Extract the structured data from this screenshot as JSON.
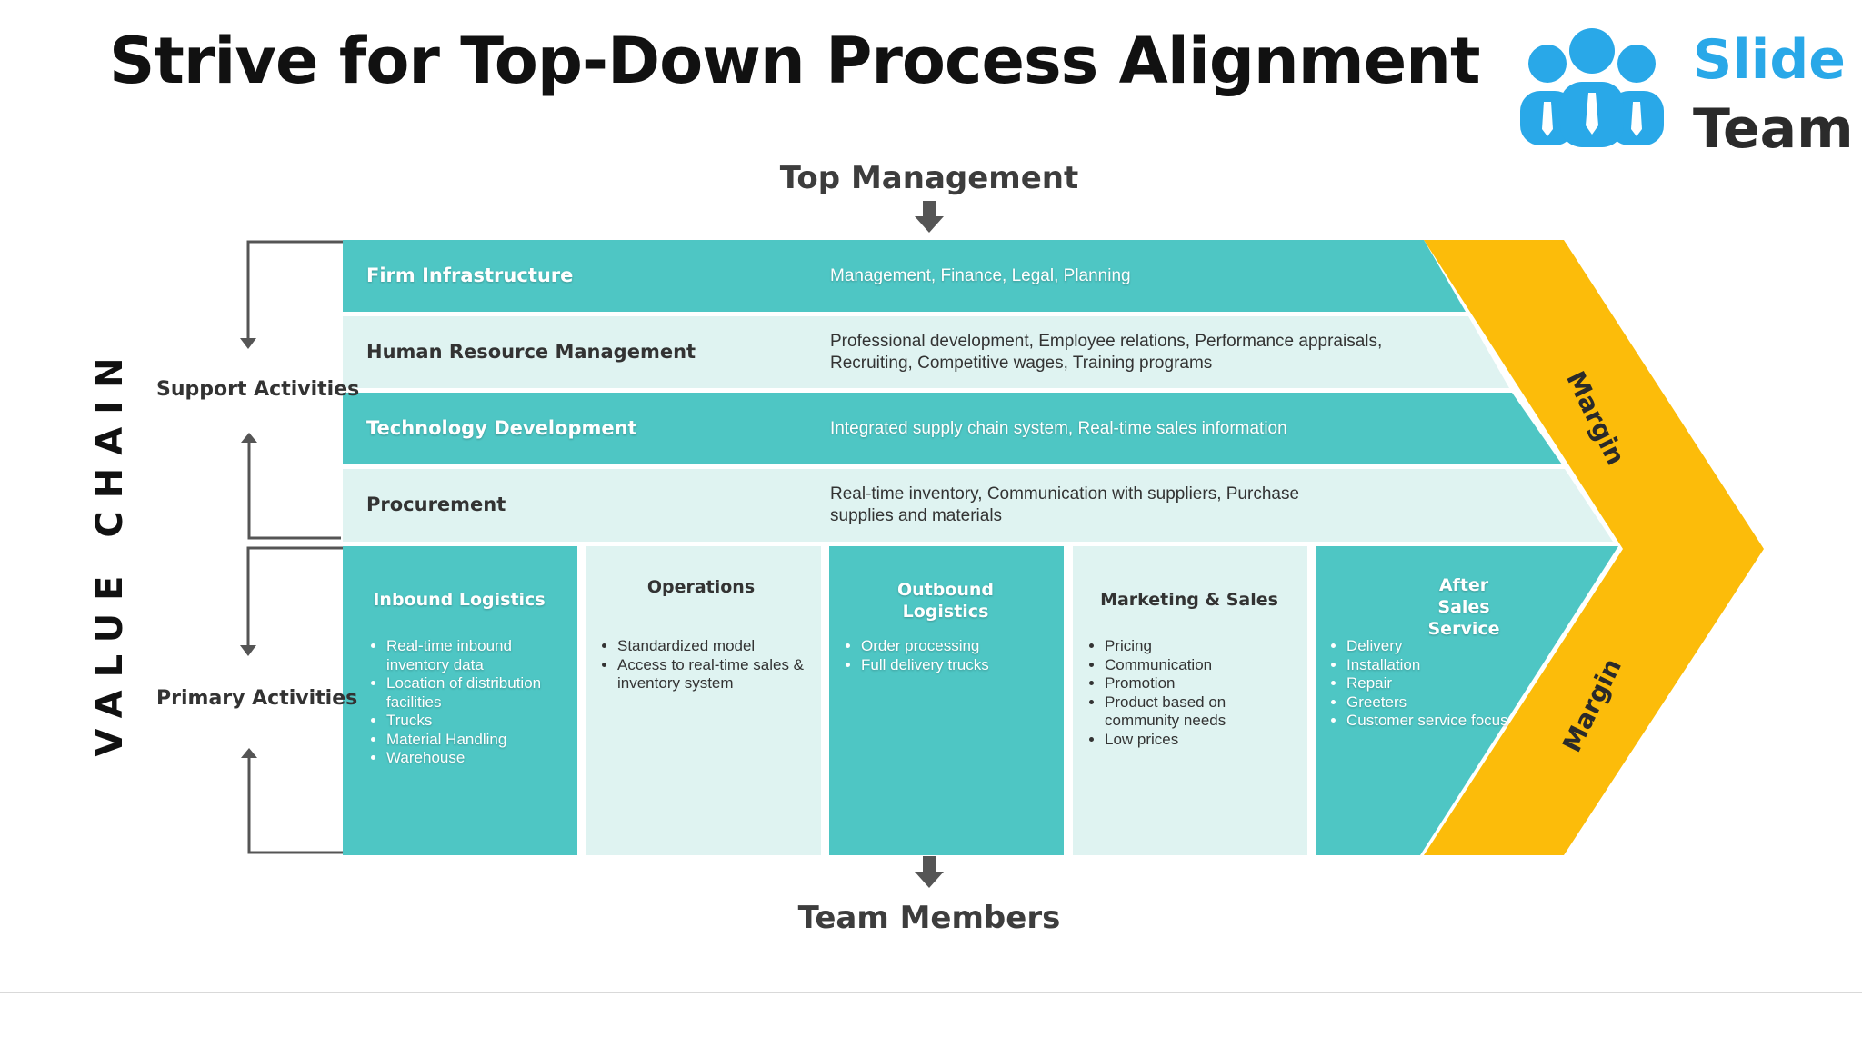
{
  "title": "Strive for Top-Down Process Alignment",
  "logo": {
    "word1": "Slide",
    "word2": "Team"
  },
  "flow": {
    "top": "Top Management",
    "bottom": "Team Members"
  },
  "value_chain_label": "VALUE CHAIN",
  "support_label": "Support Activities",
  "primary_label": "Primary Activities",
  "support_rows": [
    {
      "title": "Firm Infrastructure",
      "desc": "Management, Finance, Legal, Planning"
    },
    {
      "title": "Human Resource Management",
      "desc": "Professional development, Employee relations, Performance appraisals, Recruiting, Competitive wages, Training programs"
    },
    {
      "title": "Technology Development",
      "desc": "Integrated supply chain system, Real-time sales information"
    },
    {
      "title": "Procurement",
      "desc": "Real-time inventory, Communication with suppliers, Purchase supplies and materials"
    }
  ],
  "primary_columns": [
    {
      "title": "Inbound Logistics",
      "items": [
        "Real-time inbound inventory data",
        "Location of distribution facilities",
        "Trucks",
        "Material Handling",
        "Warehouse"
      ]
    },
    {
      "title": "Operations",
      "items": [
        "Standardized model",
        "Access to real-time sales & inventory system"
      ]
    },
    {
      "title": "Outbound Logistics",
      "items": [
        "Order processing",
        "Full delivery trucks"
      ]
    },
    {
      "title": "Marketing & Sales",
      "items": [
        "Pricing",
        "Communication",
        "Promotion",
        "Product based on community needs",
        "Low prices"
      ]
    },
    {
      "title": "After Sales Service",
      "items": [
        "Delivery",
        "Installation",
        "Repair",
        "Greeters",
        "Customer service focus"
      ]
    }
  ],
  "margin_label": "Margin",
  "colors": {
    "teal": "#4ec6c4",
    "light_teal": "#dff3f1",
    "gold": "#fcbc0a",
    "arrow_gray": "#555555",
    "logo_blue": "#29a8e8"
  }
}
